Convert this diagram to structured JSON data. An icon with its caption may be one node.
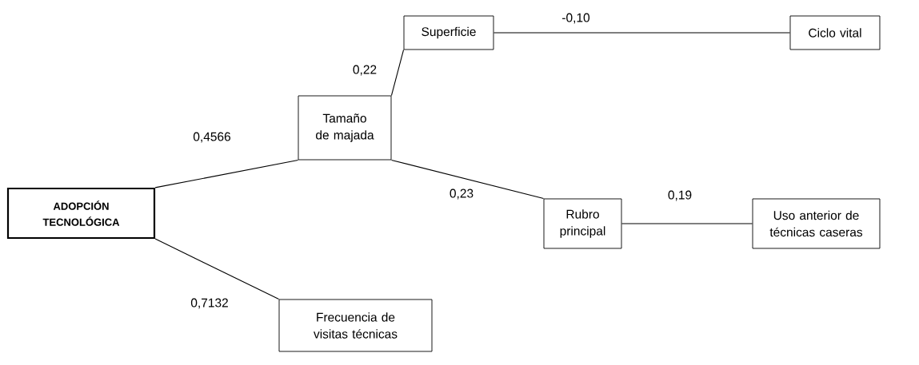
{
  "diagram": {
    "nodes": [
      {
        "text": [
          "ADOPCIÓN TECNOLÓGICA"
        ]
      },
      {
        "text": [
          "Tamaño de majada"
        ]
      },
      {
        "text": [
          "Superficie"
        ]
      },
      {
        "text": [
          "Ciclo vital"
        ]
      },
      {
        "text": [
          "Rubro principal"
        ]
      },
      {
        "text": [
          "Uso anterior de técnicas caseras"
        ]
      },
      {
        "text": [
          "Frecuencia de visitas técnicas"
        ]
      }
    ],
    "edges": [
      {
        "from": 0,
        "to": 1,
        "arrow": "none",
        "label": "0,4566"
      },
      {
        "from": 1,
        "to": 2,
        "arrow": "none",
        "label": "0,22"
      },
      {
        "from": 2,
        "to": 3,
        "arrow": "none",
        "label": "-0,10"
      },
      {
        "from": 1,
        "to": 4,
        "arrow": "none",
        "label": "0,23"
      },
      {
        "from": 4,
        "to": 5,
        "arrow": "none",
        "label": "0,19"
      },
      {
        "from": 0,
        "to": 6,
        "arrow": "none",
        "label": "0,7132"
      }
    ]
  }
}
